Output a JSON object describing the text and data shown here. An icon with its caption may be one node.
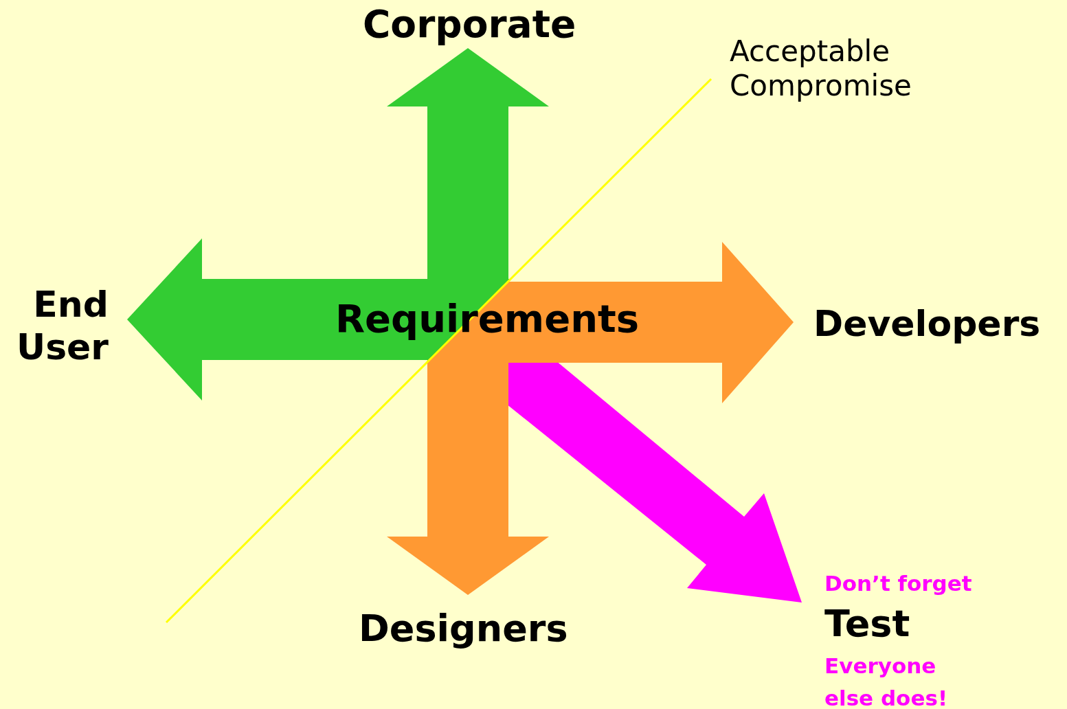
{
  "diagram": {
    "nodes": [
      {
        "text": [
          "Requirements"
        ]
      },
      {
        "text": [
          "Corporate"
        ]
      },
      {
        "text": [
          "End User"
        ]
      },
      {
        "text": [
          "Developers"
        ]
      },
      {
        "text": [
          "Designers"
        ]
      },
      {
        "text": [
          "Test"
        ],
        "beside": [
          "Don’t forget",
          "Everyone else does!"
        ]
      },
      {
        "text": [
          "Acceptable Compromise"
        ]
      }
    ],
    "edges": [
      {
        "from": 0,
        "to": 1,
        "arrow": "to",
        "style": "thick",
        "color": "#33cc33"
      },
      {
        "from": 0,
        "to": 2,
        "arrow": "to",
        "style": "thick",
        "color": "#33cc33"
      },
      {
        "from": 0,
        "to": 3,
        "arrow": "to",
        "style": "thick",
        "color": "#ff9933"
      },
      {
        "from": 0,
        "to": 4,
        "arrow": "to",
        "style": "thick",
        "color": "#ff9933"
      },
      {
        "from": 0,
        "to": 5,
        "arrow": "to",
        "style": "thick",
        "color": "#ff00ff"
      },
      {
        "from": 6,
        "to": null,
        "arrow": "none",
        "color": "#ffff00"
      }
    ]
  }
}
